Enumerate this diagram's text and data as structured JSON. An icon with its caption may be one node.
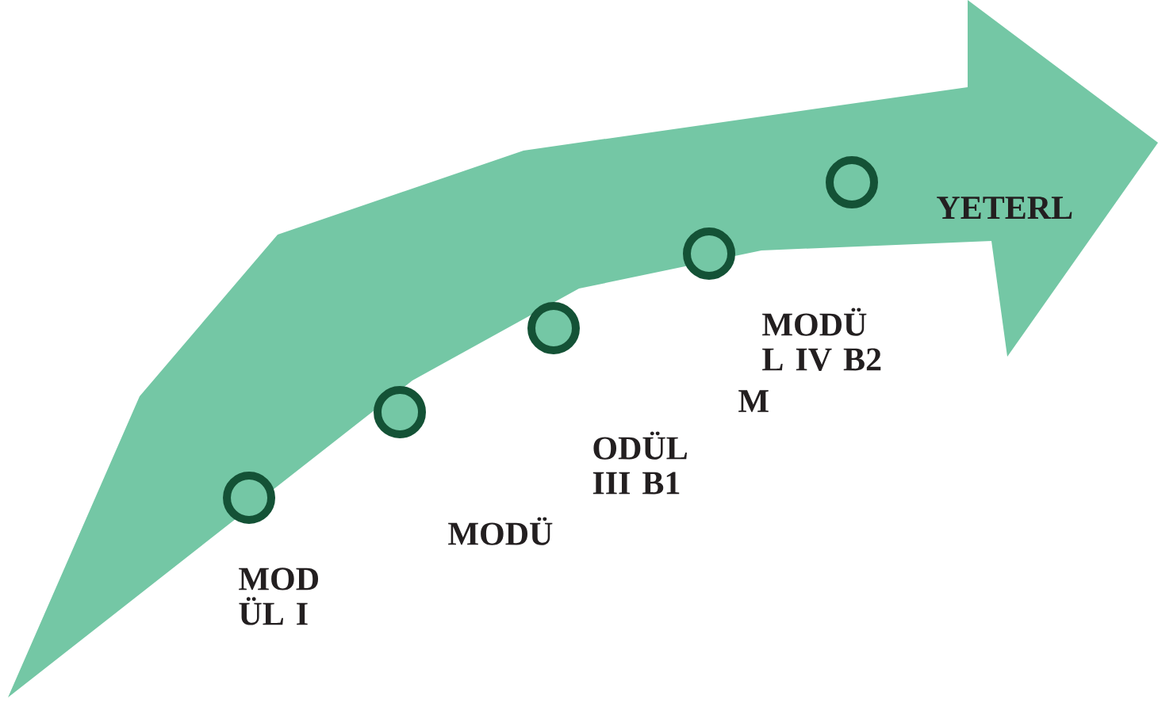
{
  "diagram": {
    "nodes": [
      {
        "text": [],
        "shape": "circle"
      },
      {
        "text": [],
        "shape": "circle"
      },
      {
        "text": [],
        "shape": "circle"
      },
      {
        "text": [],
        "shape": "circle"
      },
      {
        "text": [],
        "shape": "circle"
      }
    ],
    "labels": [
      "MOD ÜL I",
      "MODÜ",
      "M",
      "ODÜL III B1",
      "MODÜ L IV B2",
      "YETERL"
    ]
  }
}
